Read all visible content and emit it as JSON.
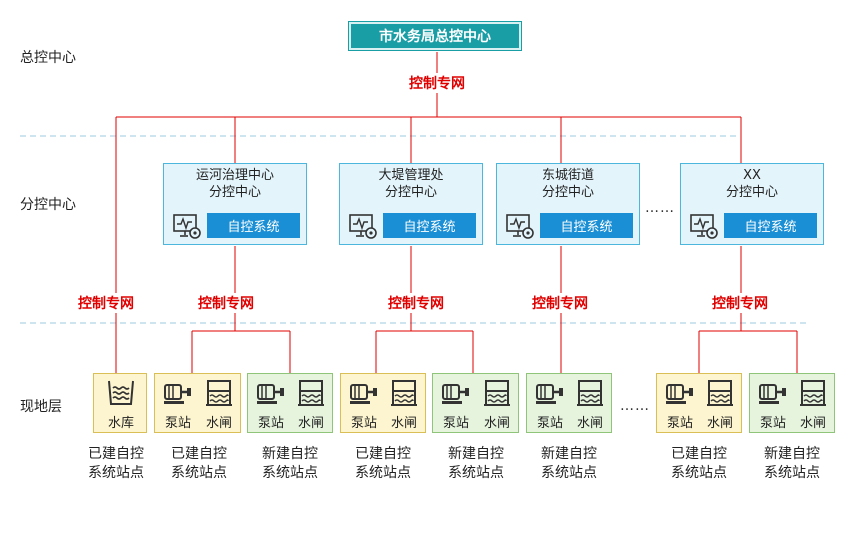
{
  "layers": {
    "hq": "总控中心",
    "branch": "分控中心",
    "field": "现地层"
  },
  "hq_box": "市水务局总控中心",
  "network_label": "控制专网",
  "ellipsis": "……",
  "branches": [
    {
      "name_line1": "运河治理中心",
      "name_line2": "分控中心",
      "system": "自控系统"
    },
    {
      "name_line1": "大堤管理处",
      "name_line2": "分控中心",
      "system": "自控系统"
    },
    {
      "name_line1": "东城街道",
      "name_line2": "分控中心",
      "system": "自控系统"
    },
    {
      "name_line1": "XX",
      "name_line2": "分控中心",
      "system": "自控系统"
    }
  ],
  "facilities": {
    "reservoir": "水库",
    "pump": "泵站",
    "gate": "水闸"
  },
  "captions": {
    "existing_line1": "已建自控",
    "new_line1": "新建自控",
    "line2": "系统站点"
  },
  "colors": {
    "link_line": "#e00000",
    "hq_fill": "#1a9ea6",
    "branch_fill": "#e3f4fb",
    "system_fill": "#1b8fd6",
    "existing_fill": "#fdf5cf",
    "new_fill": "#e6f4de",
    "divider": "#9ccbe0"
  },
  "icons": {
    "branch": "monitor-gear-icon",
    "reservoir": "reservoir-icon",
    "pump": "pump-icon",
    "gate": "gate-icon"
  }
}
